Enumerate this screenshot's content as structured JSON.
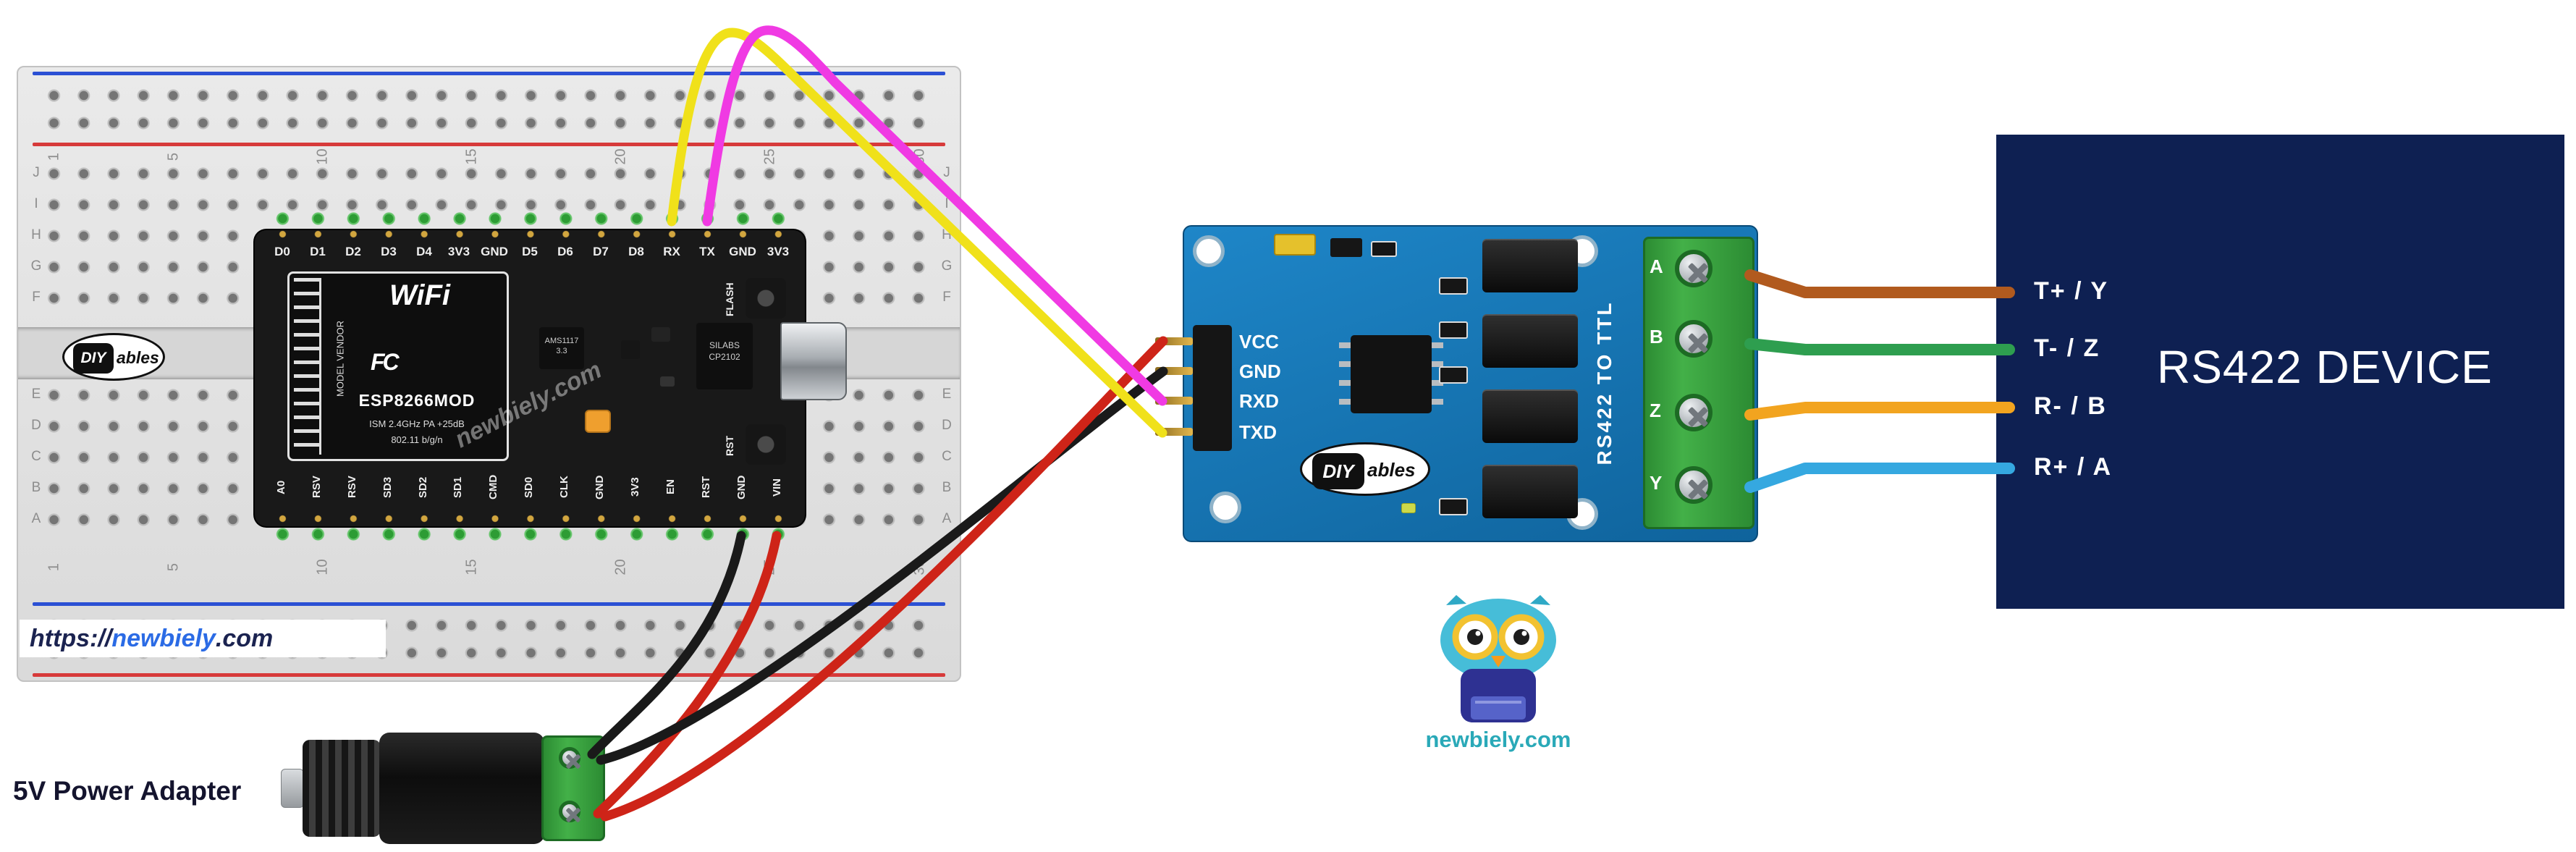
{
  "colors": {
    "wire_yellow": "#F0E11A",
    "wire_magenta": "#F03AE3",
    "wire_red": "#CE2418",
    "wire_black": "#1A1A1A",
    "device_bg": "#0E2052",
    "module_pcb": "#1576BA",
    "terminal_green": "#3AA53A",
    "brand_blue": "#2B6BE5",
    "footer_teal": "#2AA9B8"
  },
  "breadboard": {
    "column_numbers": [
      "1",
      "5",
      "10",
      "15",
      "20",
      "25",
      "30"
    ],
    "row_letters": [
      "J",
      "I",
      "H",
      "G",
      "F",
      "E",
      "D",
      "C",
      "B",
      "A"
    ]
  },
  "watermark": {
    "prefix": "https://",
    "brand": "newbiely",
    "suffix": ".com"
  },
  "diagonal_watermark": "newbiely.com",
  "brand": {
    "diy": "DIY",
    "ables": "ables"
  },
  "esp8266": {
    "top_pins": [
      "D0",
      "D1",
      "D2",
      "D3",
      "D4",
      "3V3",
      "GND",
      "D5",
      "D6",
      "D7",
      "D8",
      "RX",
      "TX",
      "GND",
      "3V3"
    ],
    "bottom_pins": [
      "A0",
      "RSV",
      "RSV",
      "SD3",
      "SD2",
      "SD1",
      "CMD",
      "SD0",
      "CLK",
      "GND",
      "3V3",
      "EN",
      "RST",
      "GND",
      "VIN"
    ],
    "wifi_logo": "WiFi",
    "fcc_logo": "FC",
    "module_name": "ESP8266MOD",
    "vendor_line": "MODEL VENDOR",
    "ism_line": "ISM 2.4GHz PA +25dB",
    "std_line": "802.11 b/g/n",
    "regulator_line1": "AMS1117",
    "regulator_line2": "3.3",
    "usb_chip_line1": "SILABS",
    "usb_chip_line2": "CP2102",
    "flash_button": "FLASH",
    "reset_button": "RST"
  },
  "rs422_module": {
    "pin_labels": [
      "VCC",
      "GND",
      "RXD",
      "TXD"
    ],
    "terminal_labels": [
      "A",
      "B",
      "Z",
      "Y"
    ],
    "silkscreen": "RS422 TO TTL"
  },
  "power_adapter": {
    "label": "5V Power Adapter"
  },
  "rs422_device": {
    "label": "RS422 DEVICE"
  },
  "connections": [
    {
      "label": "T+ / Y",
      "color": "#B15A1E"
    },
    {
      "label": "T- / Z",
      "color": "#2E9E4F"
    },
    {
      "label": "R- / B",
      "color": "#F2A41F"
    },
    {
      "label": "R+ / A",
      "color": "#35A8E0"
    }
  ],
  "footer_logo": {
    "text": "newbiely.com"
  }
}
